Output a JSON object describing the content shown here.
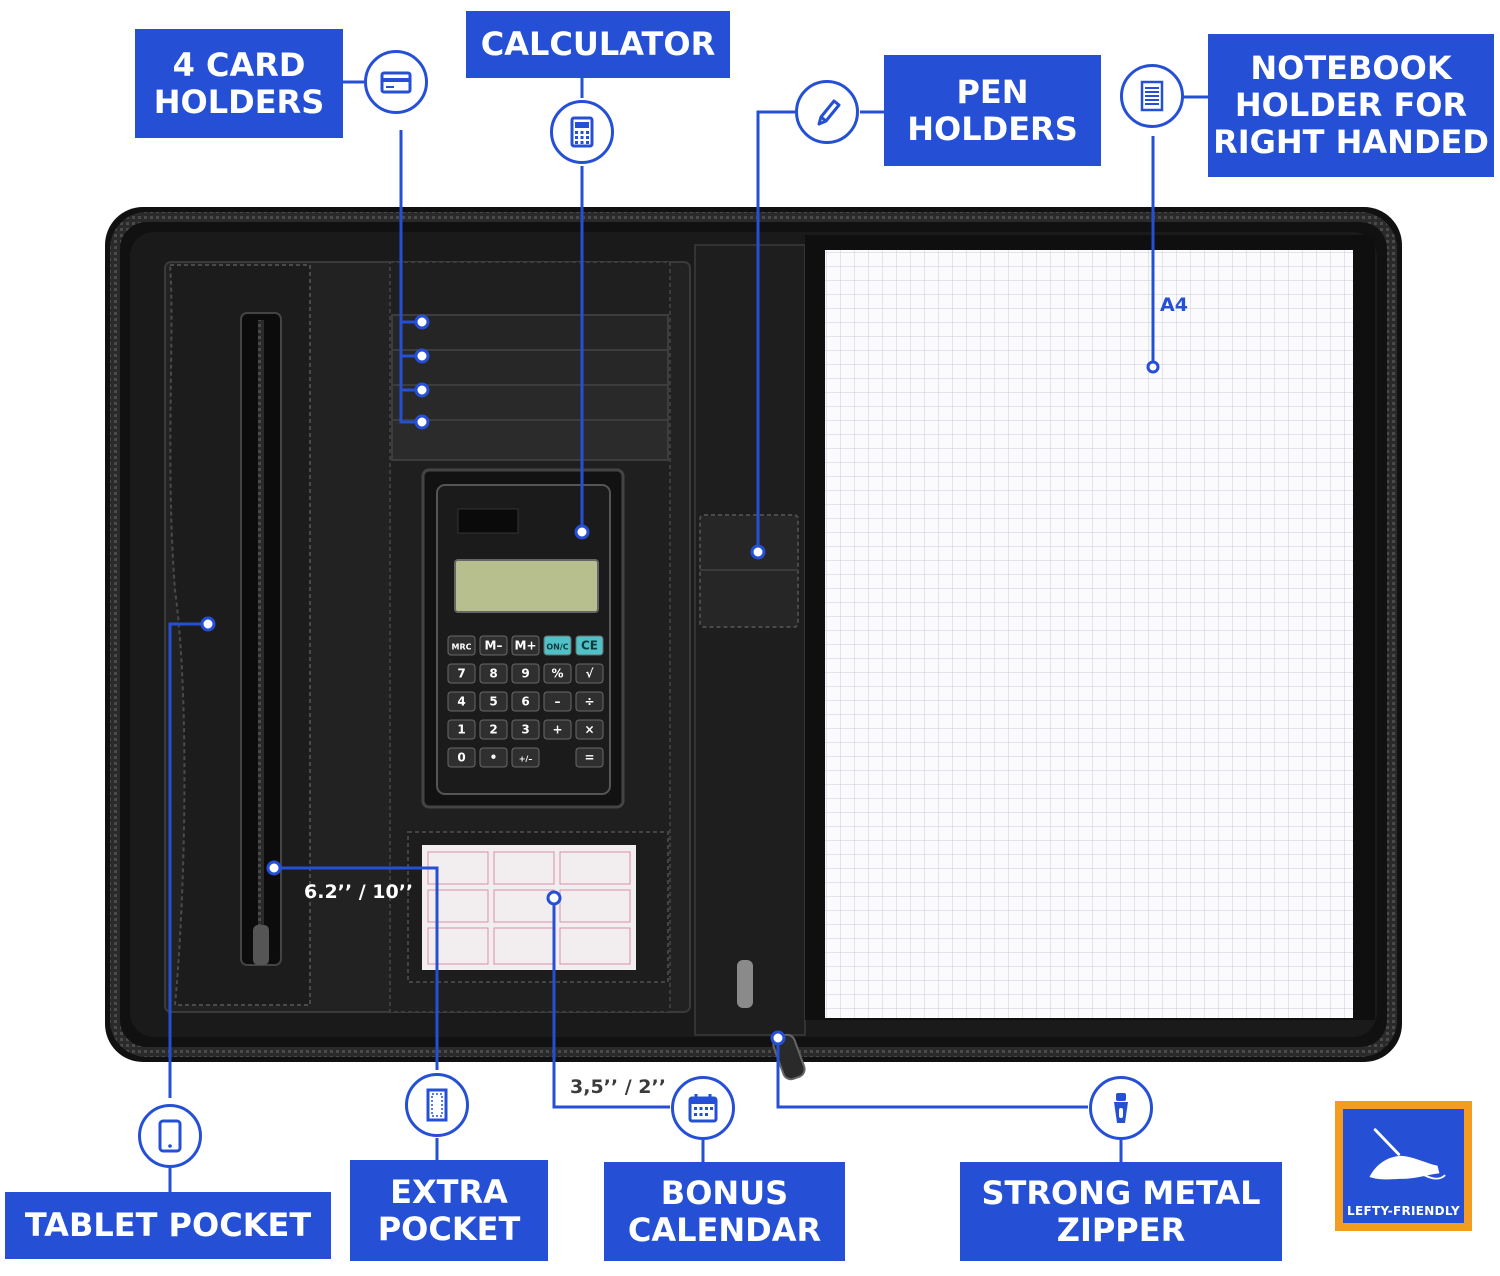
{
  "features": {
    "card_holders": [
      "4 CARD",
      "HOLDERS"
    ],
    "calculator": "CALCULATOR",
    "pen_holders": [
      "PEN",
      "HOLDERS"
    ],
    "notebook_holder": [
      "NOTEBOOK",
      "HOLDER FOR",
      "RIGHT HANDED"
    ],
    "tablet_pocket": "TABLET POCKET",
    "extra_pocket": [
      "EXTRA",
      "POCKET"
    ],
    "bonus_calendar": [
      "BONUS",
      "CALENDAR"
    ],
    "metal_zipper": [
      "STRONG METAL",
      "ZIPPER"
    ]
  },
  "dimensions": {
    "pocket_size": "6.2’’ / 10’’",
    "calendar_size": "3,5’’ / 2’’",
    "paper_size": "A4"
  },
  "badge": {
    "text": "LEFTY-FRIENDLY"
  },
  "calculator_keys": {
    "row1": [
      "MRC",
      "M–",
      "M+",
      "ON/C",
      "CE"
    ],
    "row2": [
      "7",
      "8",
      "9",
      "%",
      "√"
    ],
    "row3": [
      "4",
      "5",
      "6",
      "–",
      "÷"
    ],
    "row4": [
      "1",
      "2",
      "3",
      "+",
      "×"
    ],
    "row5": [
      "0",
      "•",
      "+/–",
      "="
    ]
  },
  "icons": {
    "card_holders": "credit-card-icon",
    "calculator": "calculator-icon",
    "pen_holders": "pen-icon",
    "notebook_holder": "notepad-icon",
    "tablet_pocket": "tablet-icon",
    "extra_pocket": "pocket-icon",
    "bonus_calendar": "calendar-icon",
    "metal_zipper": "zipper-icon",
    "lefty": "left-hand-writing-icon"
  },
  "colors": {
    "label_blue": "#2550d6",
    "portfolio_black": "#141414",
    "badge_orange": "#f39c1f",
    "calc_display": "#b8bf8e",
    "calc_teal_key": "#4fc1c7",
    "grid_line": "#c9ccd6"
  }
}
